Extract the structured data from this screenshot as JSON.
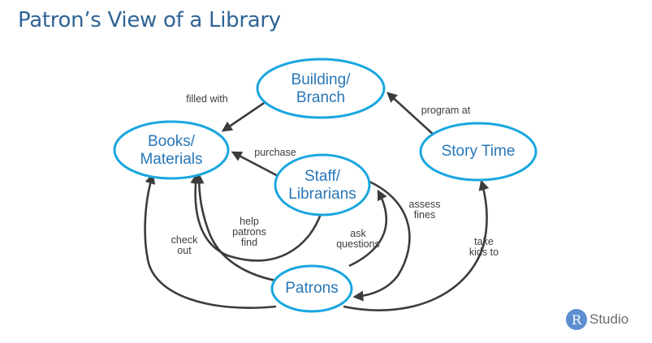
{
  "title": "Patron’s View of a Library",
  "nodes": {
    "building": [
      "Building/",
      "Branch"
    ],
    "books": [
      "Books/",
      "Materials"
    ],
    "staff": [
      "Staff/",
      "Librarians"
    ],
    "story": [
      "Story Time"
    ],
    "patrons": [
      "Patrons"
    ]
  },
  "edges": {
    "filled_with": [
      "filled with"
    ],
    "program_at": [
      "program at"
    ],
    "purchase": [
      "purchase"
    ],
    "help_find": [
      "help",
      "patrons",
      "find"
    ],
    "check_out": [
      "check",
      "out"
    ],
    "ask_questions": [
      "ask",
      "questions"
    ],
    "assess_fines": [
      "assess",
      "fines"
    ],
    "take_kids": [
      "take",
      "kids to"
    ]
  },
  "colors": {
    "title": "#2f6496",
    "node_stroke": "#1aa6df",
    "node_text": "#2877b8",
    "edge": "#3c3c3c"
  },
  "logo": {
    "mark": "R",
    "text": "Studio"
  }
}
